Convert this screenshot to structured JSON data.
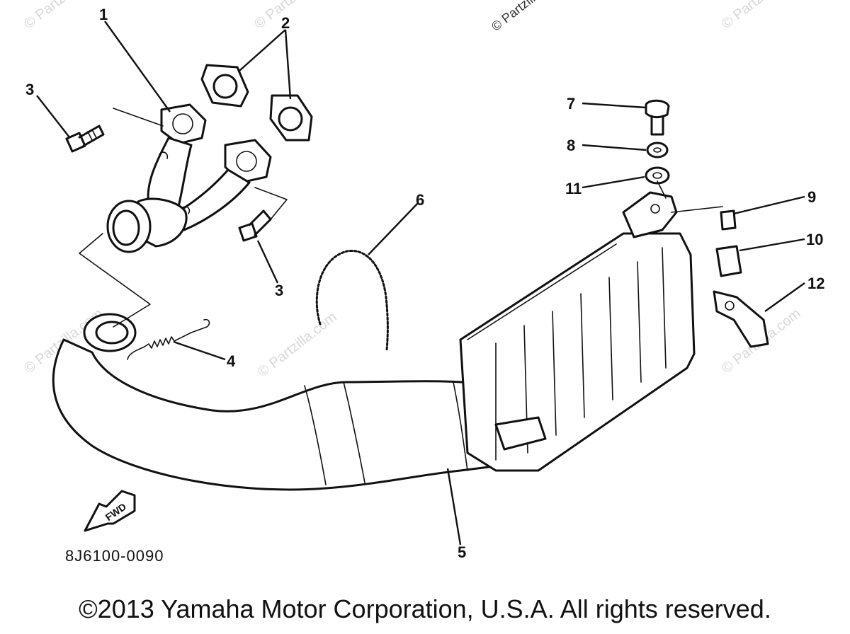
{
  "watermark": "© Partzilla.com",
  "callouts": [
    "1",
    "2",
    "3",
    "3",
    "4",
    "5",
    "6",
    "7",
    "8",
    "9",
    "10",
    "11",
    "12"
  ],
  "fwd_label": "FWD",
  "part_code": "8J6100-0090",
  "copyright": "©2013 Yamaha Motor Corporation, U.S.A. All rights reserved."
}
